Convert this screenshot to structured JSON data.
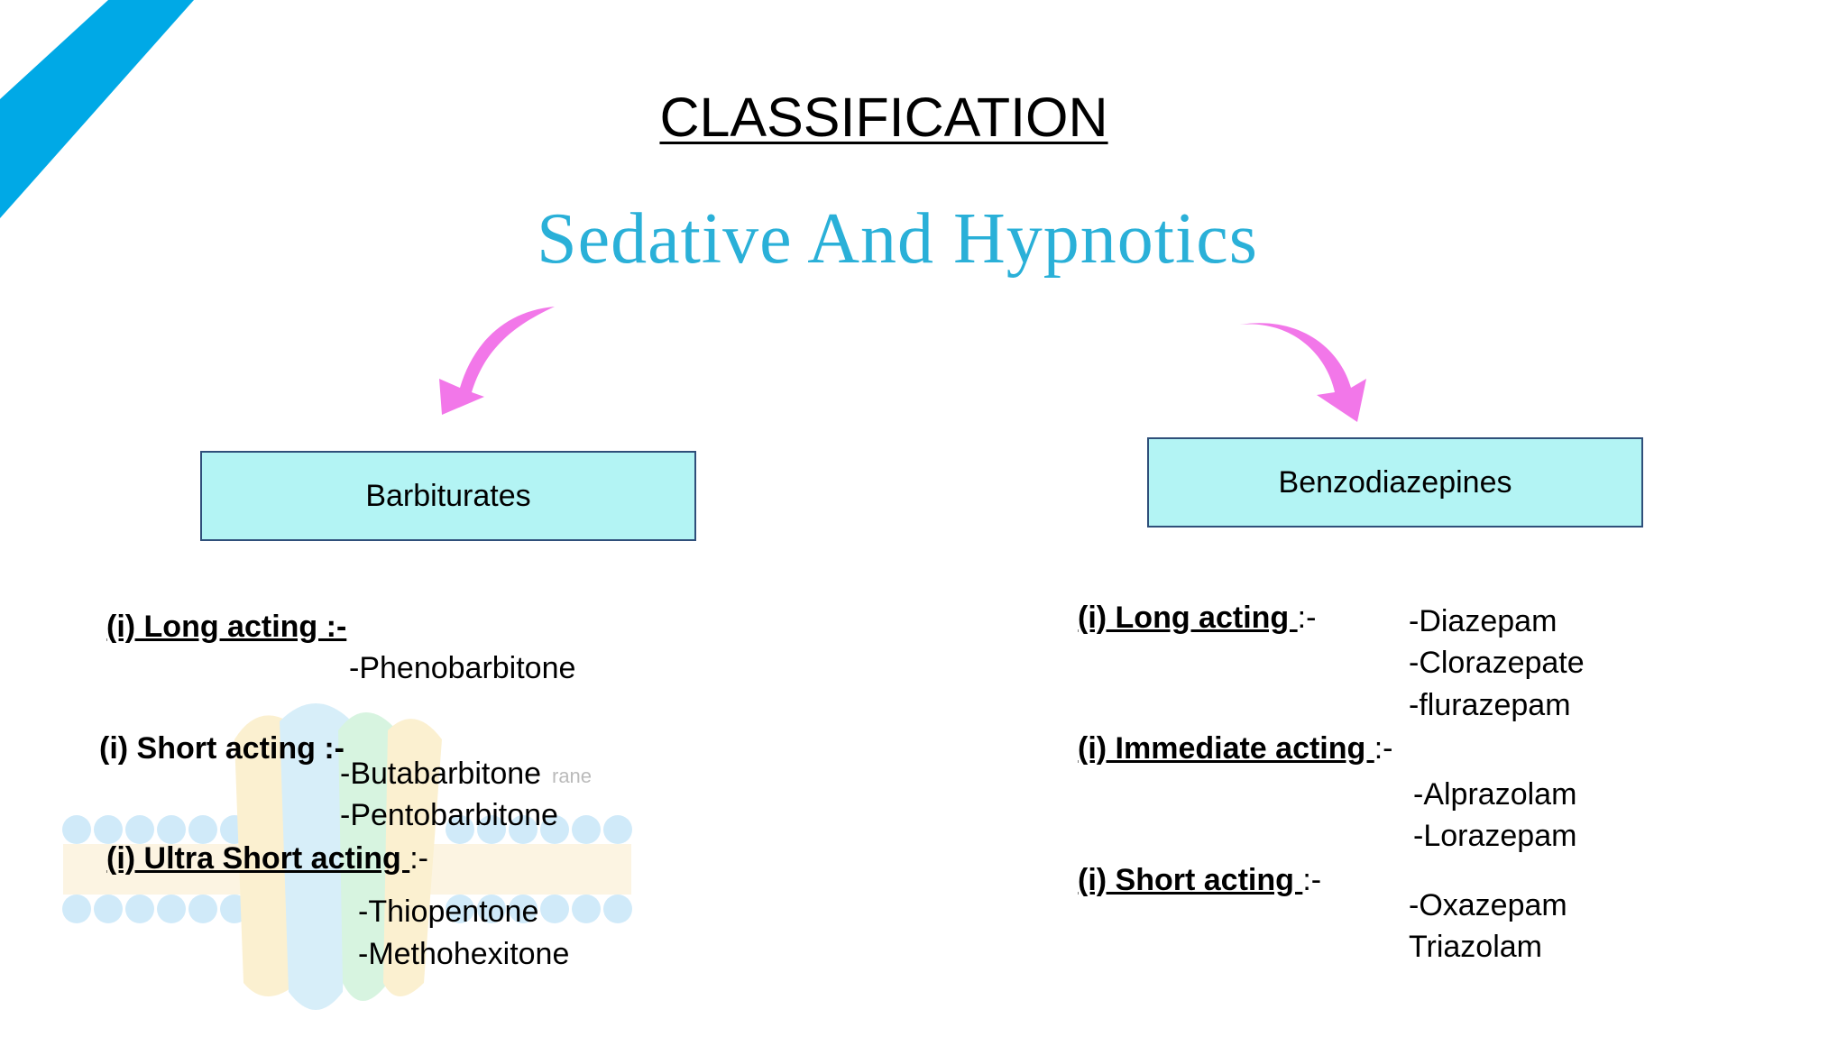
{
  "slide": {
    "title": "CLASSIFICATION",
    "subtitle": "Sedative And Hypnotics",
    "colors": {
      "accent_blue": "#00a9e6",
      "subtitle_teal": "#2ab0d8",
      "arrow_pink": "#f277e9",
      "box_fill": "#b3f4f4",
      "box_border": "#2f4f7a"
    }
  },
  "left": {
    "category": "Barbiturates",
    "groups": [
      {
        "label": "(i) Long acting :-",
        "suffix": "",
        "drugs": [
          "-Phenobarbitone"
        ]
      },
      {
        "label": "(i) Short acting :-",
        "suffix": "",
        "drugs": [
          "-Butabarbitone",
          "-Pentobarbitone"
        ]
      },
      {
        "label": "(i) Ultra Short acting ",
        "suffix": ":-",
        "drugs": [
          "-Thiopentone",
          "-Methohexitone"
        ]
      }
    ],
    "watermark_text": "rane"
  },
  "right": {
    "category": "Benzodiazepines",
    "groups": [
      {
        "label": "(i) Long acting ",
        "suffix": ":-",
        "drugs": [
          "-Diazepam",
          "-Clorazepate",
          "-flurazepam"
        ]
      },
      {
        "label": "(i) Immediate acting ",
        "suffix": ":-",
        "drugs": [
          "-Alprazolam",
          "-Lorazepam"
        ]
      },
      {
        "label": "(i) Short acting ",
        "suffix": ":-",
        "drugs": [
          "-Oxazepam",
          "Triazolam"
        ]
      }
    ]
  }
}
